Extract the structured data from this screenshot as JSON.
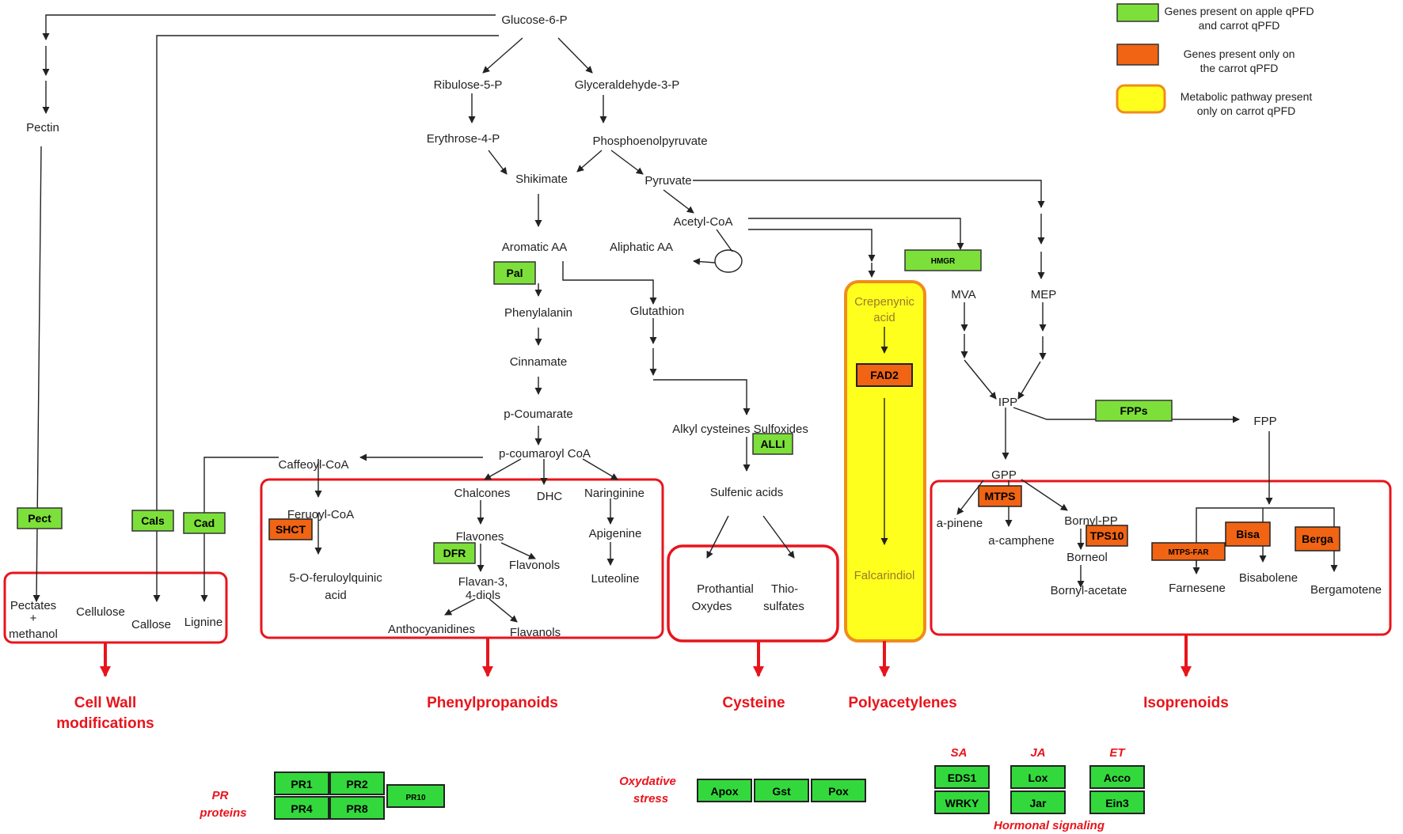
{
  "legend": {
    "green": "Genes present on apple qPFD and carrot qPFD",
    "green_l1": "Genes present on apple qPFD",
    "green_l2": "and carrot qPFD",
    "orange_l1": "Genes present only on",
    "orange_l2": "the carrot qPFD",
    "yellow_l1": "Metabolic pathway present",
    "yellow_l2": "only on carrot qPFD"
  },
  "colors": {
    "green_gene": "#7de03a",
    "green_box": "#33d93c",
    "orange_gene": "#f06414",
    "yellow_path": "#ffff1e",
    "red": "#e8141c"
  },
  "nodes": {
    "glucose6p": "Glucose-6-P",
    "ribulose5p": "Ribulose-5-P",
    "glyceraldehyde3p": "Glyceraldehyde-3-P",
    "erythrose4p": "Erythrose-4-P",
    "phosphoenolpyruvate": "Phosphoenolpyruvate",
    "shikimate": "Shikimate",
    "pyruvate": "Pyruvate",
    "acetylcoa": "Acetyl-CoA",
    "aromatic_aa": "Aromatic AA",
    "aliphatic_aa": "Aliphatic AA",
    "pectin": "Pectin",
    "phenylalanin": "Phenylalanin",
    "glutathion": "Glutathion",
    "cinnamate": "Cinnamate",
    "p_coumarate": "p-Coumarate",
    "p_coumaroyl_coa": "p-coumaroyl CoA",
    "caffeoyl_coa": "Caffeoyl-CoA",
    "alkyl_cysteines": "Alkyl cysteines Sulfoxides",
    "sulfenic_acids": "Sulfenic acids",
    "crepenynic_l1": "Crepenynic",
    "crepenynic_l2": "acid",
    "falcarindiol": "Falcarindiol",
    "mva": "MVA",
    "mep": "MEP",
    "ipp": "IPP",
    "fpp": "FPP",
    "gpp": "GPP",
    "feruoyl_coa": "Feruoyl-CoA",
    "feruloylquinic_l1": "5-O-feruloylquinic",
    "feruloylquinic_l2": "acid",
    "chalcones": "Chalcones",
    "dhc": "DHC",
    "naringinine": "Naringinine",
    "flavones": "Flavones",
    "flavonols": "Flavonols",
    "apigenine": "Apigenine",
    "flavan_l1": "Flavan-3,",
    "flavan_l2": "4-diols",
    "luteoline": "Luteoline",
    "anthocyanidines": "Anthocyanidines",
    "flavanols": "Flavanols",
    "pectates_l1": "Pectates",
    "pectates_l2": "+",
    "pectates_l3": "methanol",
    "cellulose": "Cellulose",
    "callose": "Callose",
    "lignine": "Lignine",
    "prothantial": "Prothantial",
    "oxydes": "Oxydes",
    "thio": "Thio-",
    "sulfates": "sulfates",
    "a_pinene": "a-pinene",
    "a_camphene": "a-camphene",
    "bornyl_pp": "Bornyl-PP",
    "borneol": "Borneol",
    "bornyl_acetate": "Bornyl-acetate",
    "farnesene": "Farnesene",
    "bisabolene": "Bisabolene",
    "bergamotene": "Bergamotene"
  },
  "genes": {
    "pal": "Pal",
    "hmgr": "HMGR",
    "fad2": "FAD2",
    "fpps": "FPPs",
    "alli": "ALLI",
    "pect": "Pect",
    "cals": "Cals",
    "cad": "Cad",
    "shct": "SHCT",
    "dfr": "DFR",
    "mtps": "MTPS",
    "tps10": "TPS10",
    "mtps_far": "MTPS-FAR",
    "bisa": "Bisa",
    "berga": "Berga"
  },
  "categories": {
    "cellwall_l1": "Cell Wall",
    "cellwall_l2": "modifications",
    "phenylpropanoids": "Phenylpropanoids",
    "cysteine": "Cysteine",
    "polyacetylenes": "Polyacetylenes",
    "isoprenoids": "Isoprenoids"
  },
  "bottom": {
    "pr_l1": "PR",
    "pr_l2": "proteins",
    "pr_genes": [
      "PR1",
      "PR2",
      "PR4",
      "PR8",
      "PR10"
    ],
    "oxy_l1": "Oxydative",
    "oxy_l2": "stress",
    "oxy_genes": [
      "Apox",
      "Gst",
      "Pox"
    ],
    "sa": "SA",
    "ja": "JA",
    "et": "ET",
    "sa_genes": [
      "EDS1",
      "WRKY"
    ],
    "ja_genes": [
      "Lox",
      "Jar"
    ],
    "et_genes": [
      "Acco",
      "Ein3"
    ],
    "hormonal": "Hormonal signaling"
  }
}
